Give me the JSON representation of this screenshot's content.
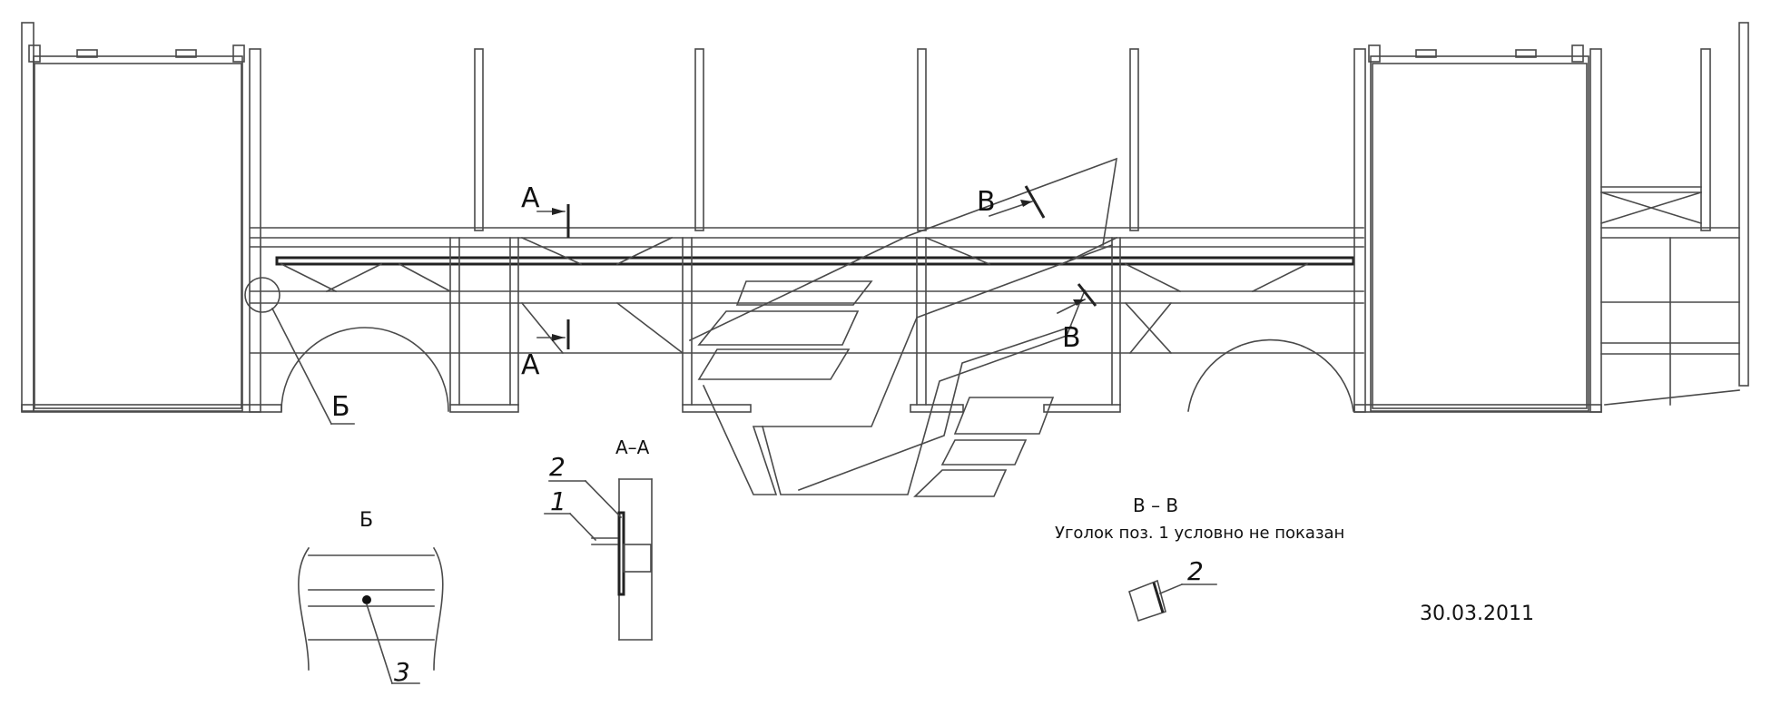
{
  "section_marks": {
    "a_top": "А",
    "a_bottom": "А",
    "v_top": "В",
    "v_bottom": "В",
    "b_callout": "Б"
  },
  "views": {
    "view_b": {
      "title": "Б",
      "callout": "3"
    },
    "view_aa": {
      "title": "А–А",
      "callout_1": "1",
      "callout_2": "2"
    },
    "view_vv": {
      "title": "В – В",
      "note": "Уголок поз. 1 условно не показан",
      "callout": "2"
    }
  },
  "date_stamp": "30.03.2011"
}
